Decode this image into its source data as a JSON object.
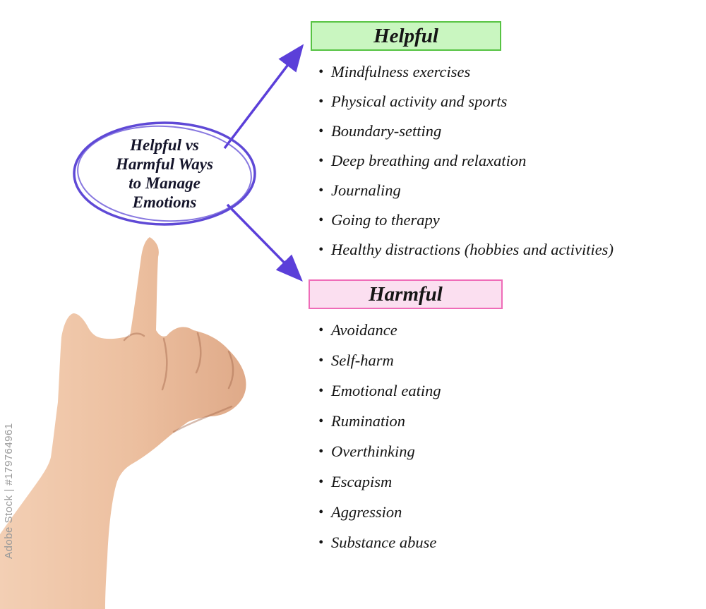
{
  "watermark": {
    "text": "Adobe Stock | #179764961"
  },
  "center_bubble": {
    "lines": [
      "Helpful vs",
      "Harmful Ways",
      "to Manage",
      "Emotions"
    ]
  },
  "helpful": {
    "title": "Helpful",
    "items": [
      "Mindfulness exercises",
      "Physical activity and sports",
      "Boundary-setting",
      "Deep breathing and relaxation",
      "Journaling",
      "Going to therapy",
      "Healthy distractions (hobbies and activities)"
    ]
  },
  "harmful": {
    "title": "Harmful",
    "items": [
      "Avoidance",
      "Self-harm",
      "Emotional eating",
      "Rumination",
      "Overthinking",
      "Escapism",
      "Aggression",
      "Substance abuse"
    ]
  },
  "colors": {
    "helpful-fill": "#c9f6c0",
    "helpful-border": "#57c343",
    "harmful-fill": "#fbdff0",
    "harmful-border": "#ef6cb8",
    "arrow": "#5b3fd9",
    "ellipse": "#5f49d6",
    "text": "#151515",
    "watermark": "#9a9a9a"
  }
}
